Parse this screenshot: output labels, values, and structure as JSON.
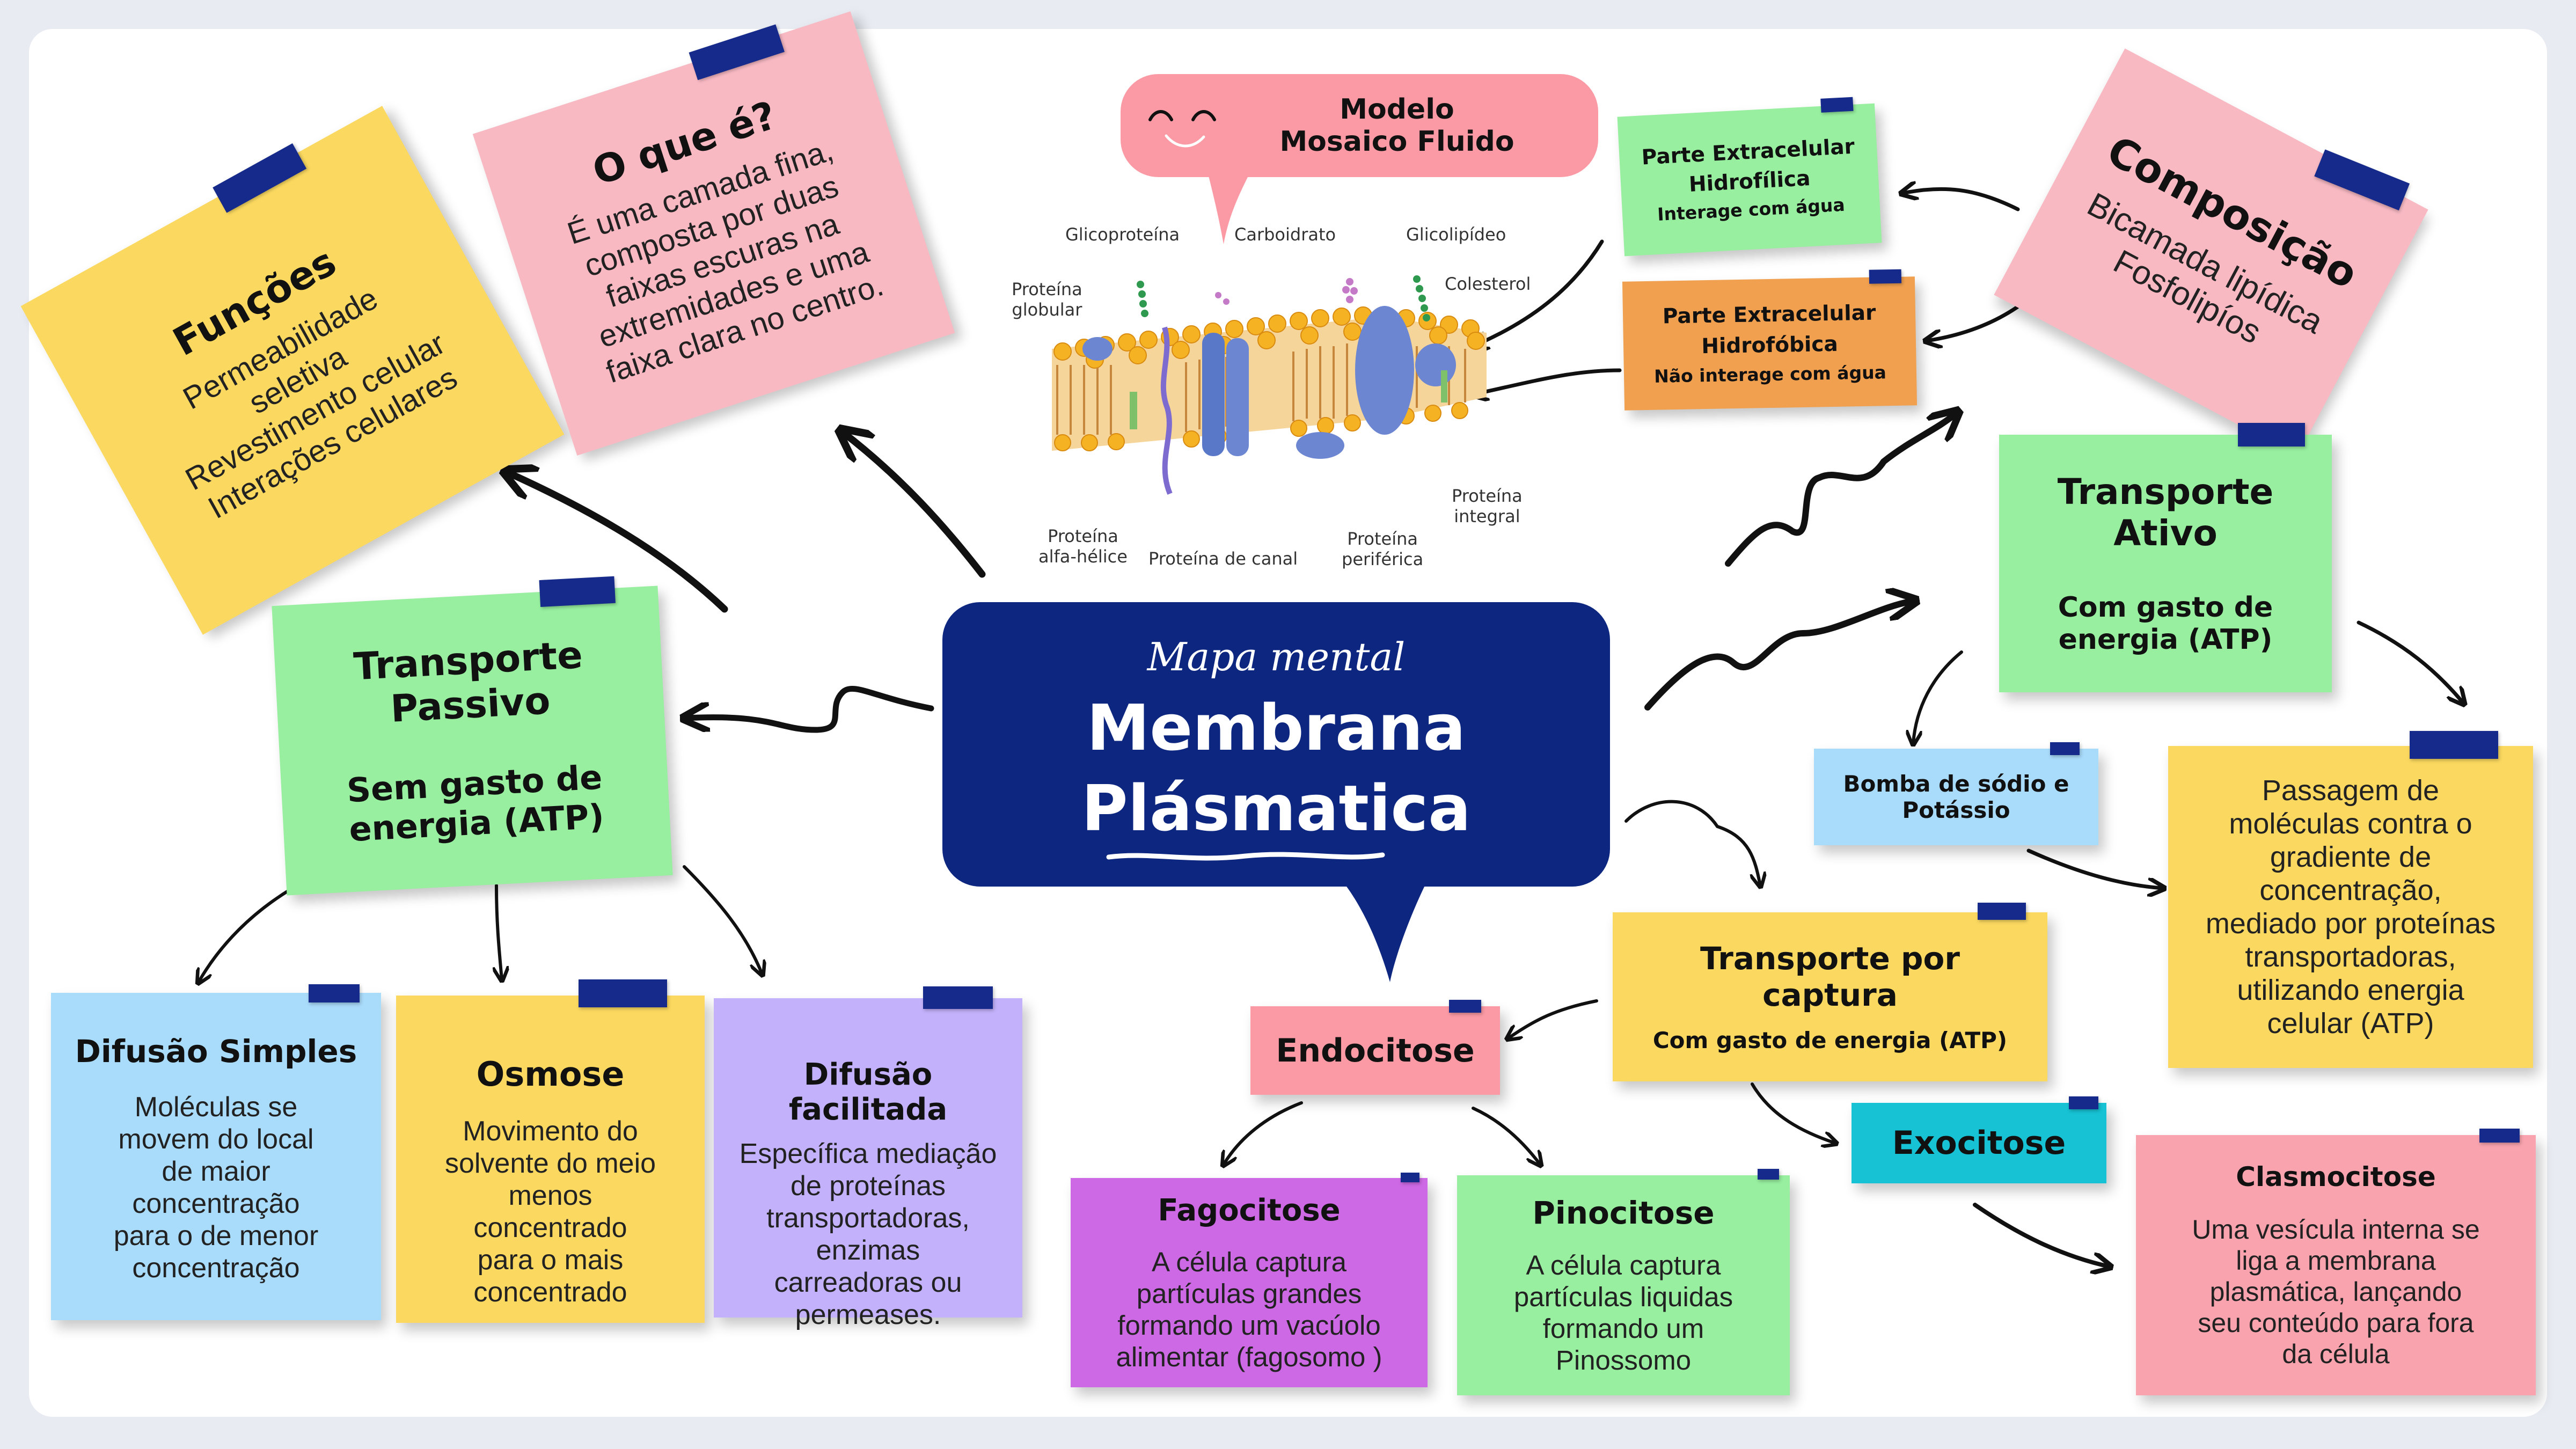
{
  "center": {
    "script": "Mapa mental",
    "line1": "Membrana",
    "line2": "Plásmatica"
  },
  "modelo": {
    "title_line1": "Modelo",
    "title_line2": "Mosaico Fluido",
    "labels": {
      "glicoproteina": "Glicoproteína",
      "carboidrato": "Carboidrato",
      "glicolipidio": "Glicolipídeo",
      "proteina_globular_1": "Proteína",
      "proteina_globular_2": "globular",
      "colesterol": "Colesterol",
      "proteina_integral_1": "Proteína",
      "proteina_integral_2": "integral",
      "alfa_helice_1": "Proteína",
      "alfa_helice_2": "alfa-hélice",
      "canal": "Proteína de canal",
      "periferica_1": "Proteína",
      "periferica_2": "periférica"
    }
  },
  "o_que_e": {
    "title": "O que é?",
    "lines": [
      "É uma camada fina,",
      "composta por duas",
      "faixas escuras na",
      "extremidades e uma",
      "faixa clara no centro."
    ]
  },
  "funcoes": {
    "title": "Funções",
    "lines": [
      "Permeabilidade",
      "seletiva",
      "Revestimento celular",
      "Interações celulares"
    ]
  },
  "composicao": {
    "title": "Composição",
    "lines": [
      "Bicamada lipídica",
      "Fosfolipíos"
    ]
  },
  "hidrofilica": {
    "line1": "Parte Extracelular",
    "line2": "Hidrofílica",
    "line3": "Interage com água"
  },
  "hidrofobica": {
    "line1": "Parte Extracelular",
    "line2": "Hidrofóbica",
    "line3": "Não interage com água"
  },
  "transporte_passivo": {
    "title_line1": "Transporte",
    "title_line2": "Passivo",
    "sub_line1": "Sem gasto de",
    "sub_line2": "energia (ATP)"
  },
  "transporte_ativo": {
    "title_line1": "Transporte",
    "title_line2": "Ativo",
    "sub_line1": "Com gasto de",
    "sub_line2": "energia (ATP)"
  },
  "difusao_simples": {
    "title": "Difusão Simples",
    "lines": [
      "Moléculas se",
      "movem do local",
      "de maior",
      "concentração",
      "para o de menor",
      "concentração"
    ]
  },
  "osmose": {
    "title": "Osmose",
    "lines": [
      "Movimento do",
      "solvente do meio",
      "menos",
      "concentrado",
      "para o mais",
      "concentrado"
    ]
  },
  "difusao_facilitada": {
    "title_line1": "Difusão",
    "title_line2": "facilitada",
    "lines": [
      "Específica mediação",
      "de proteínas",
      "transportadoras,",
      "enzimas",
      "carreadoras ou",
      "permeases."
    ]
  },
  "bomba": {
    "line1": "Bomba de sódio e",
    "line2": "Potássio"
  },
  "passagem": {
    "lines": [
      "Passagem de",
      "moléculas contra o",
      "gradiente de",
      "concentração,",
      "mediado por proteínas",
      "transportadoras,",
      "utilizando energia",
      "celular (ATP)"
    ]
  },
  "captura": {
    "title_line1": "Transporte por",
    "title_line2": "captura",
    "sub": "Com gasto de energia (ATP)"
  },
  "endocitose": {
    "title": "Endocitose"
  },
  "exocitose": {
    "title": "Exocitose"
  },
  "fagocitose": {
    "title": "Fagocitose",
    "lines": [
      "A célula captura",
      "partículas grandes",
      "formando um vacúolo",
      "alimentar (fagosomo )"
    ]
  },
  "pinocitose": {
    "title": "Pinocitose",
    "lines": [
      "A célula captura",
      "partículas liquidas",
      "formando um",
      "Pinossomo"
    ]
  },
  "clasmocitose": {
    "title": "Clasmocitose",
    "lines": [
      "Uma vesícula interna se",
      "liga a membrana",
      "plasmática, lançando",
      "seu conteúdo para fora",
      "da célula"
    ]
  },
  "colors": {
    "center": "#0d2680",
    "tape": "#152a8a",
    "yellow": "#fbd960",
    "pink": "#f8b9c3",
    "green": "#97ef9f",
    "blue": "#a9dbfb",
    "purple": "#c3b2fb",
    "orange": "#f0a04f",
    "cyan": "#16c2d3",
    "magenta": "#cd69e4",
    "salmon": "#fb9aa4"
  }
}
